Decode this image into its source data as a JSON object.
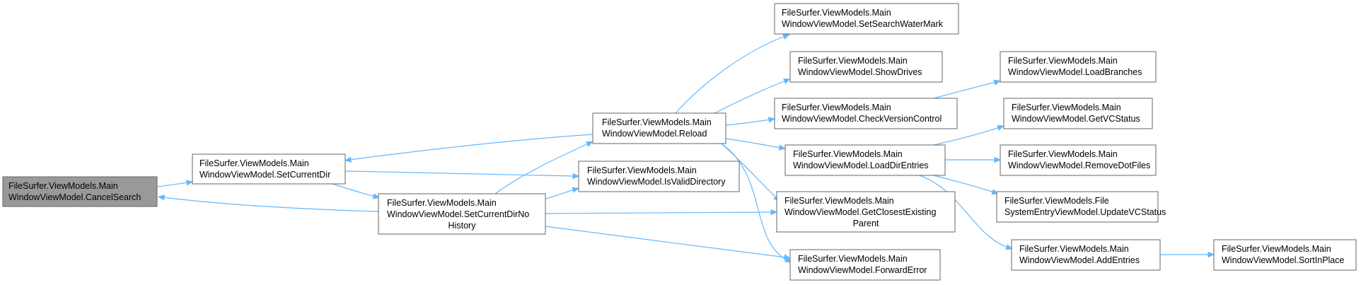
{
  "colors": {
    "highlight_fill": "#999999",
    "node_fill": "#ffffff",
    "node_border": "#666666",
    "edge": "#63b8ff"
  },
  "nodes": {
    "cancel_search": {
      "line1": "FileSurfer.ViewModels.Main",
      "line2": "WindowViewModel.CancelSearch",
      "highlighted": true
    },
    "set_current_dir": {
      "line1": "FileSurfer.ViewModels.Main",
      "line2": "WindowViewModel.SetCurrentDir"
    },
    "set_current_dir_no_history": {
      "line1": "FileSurfer.ViewModels.Main",
      "line2": "WindowViewModel.SetCurrentDirNo",
      "line3": "History"
    },
    "reload": {
      "line1": "FileSurfer.ViewModels.Main",
      "line2": "WindowViewModel.Reload"
    },
    "is_valid_directory": {
      "line1": "FileSurfer.ViewModels.Main",
      "line2": "WindowViewModel.IsValidDirectory"
    },
    "set_search_watermark": {
      "line1": "FileSurfer.ViewModels.Main",
      "line2": "WindowViewModel.SetSearchWaterMark"
    },
    "show_drives": {
      "line1": "FileSurfer.ViewModels.Main",
      "line2": "WindowViewModel.ShowDrives"
    },
    "check_version_control": {
      "line1": "FileSurfer.ViewModels.Main",
      "line2": "WindowViewModel.CheckVersionControl"
    },
    "load_dir_entries": {
      "line1": "FileSurfer.ViewModels.Main",
      "line2": "WindowViewModel.LoadDirEntries"
    },
    "get_closest_existing_parent": {
      "line1": "FileSurfer.ViewModels.Main",
      "line2": "WindowViewModel.GetClosestExisting",
      "line3": "Parent"
    },
    "forward_error": {
      "line1": "FileSurfer.ViewModels.Main",
      "line2": "WindowViewModel.ForwardError"
    },
    "load_branches": {
      "line1": "FileSurfer.ViewModels.Main",
      "line2": "WindowViewModel.LoadBranches"
    },
    "get_vc_status": {
      "line1": "FileSurfer.ViewModels.Main",
      "line2": "WindowViewModel.GetVCStatus"
    },
    "remove_dot_files": {
      "line1": "FileSurfer.ViewModels.Main",
      "line2": "WindowViewModel.RemoveDotFiles"
    },
    "update_vc_status": {
      "line1": "FileSurfer.ViewModels.File",
      "line2": "SystemEntryViewModel.UpdateVCStatus"
    },
    "add_entries": {
      "line1": "FileSurfer.ViewModels.Main",
      "line2": "WindowViewModel.AddEntries"
    },
    "sort_in_place": {
      "line1": "FileSurfer.ViewModels.Main",
      "line2": "WindowViewModel.SortInPlace"
    }
  },
  "edges": [
    {
      "from": "cancel_search",
      "to": "set_current_dir"
    },
    {
      "from": "set_current_dir",
      "to": "set_current_dir_no_history"
    },
    {
      "from": "set_current_dir",
      "to": "is_valid_directory"
    },
    {
      "from": "set_current_dir_no_history",
      "to": "cancel_search"
    },
    {
      "from": "set_current_dir_no_history",
      "to": "reload"
    },
    {
      "from": "set_current_dir_no_history",
      "to": "is_valid_directory"
    },
    {
      "from": "set_current_dir_no_history",
      "to": "get_closest_existing_parent"
    },
    {
      "from": "set_current_dir_no_history",
      "to": "forward_error"
    },
    {
      "from": "reload",
      "to": "set_current_dir"
    },
    {
      "from": "reload",
      "to": "set_search_watermark"
    },
    {
      "from": "reload",
      "to": "show_drives"
    },
    {
      "from": "reload",
      "to": "check_version_control"
    },
    {
      "from": "reload",
      "to": "load_dir_entries"
    },
    {
      "from": "reload",
      "to": "get_closest_existing_parent"
    },
    {
      "from": "reload",
      "to": "forward_error"
    },
    {
      "from": "check_version_control",
      "to": "load_branches"
    },
    {
      "from": "load_dir_entries",
      "to": "get_vc_status"
    },
    {
      "from": "load_dir_entries",
      "to": "remove_dot_files"
    },
    {
      "from": "load_dir_entries",
      "to": "update_vc_status"
    },
    {
      "from": "load_dir_entries",
      "to": "add_entries"
    },
    {
      "from": "add_entries",
      "to": "sort_in_place"
    }
  ]
}
